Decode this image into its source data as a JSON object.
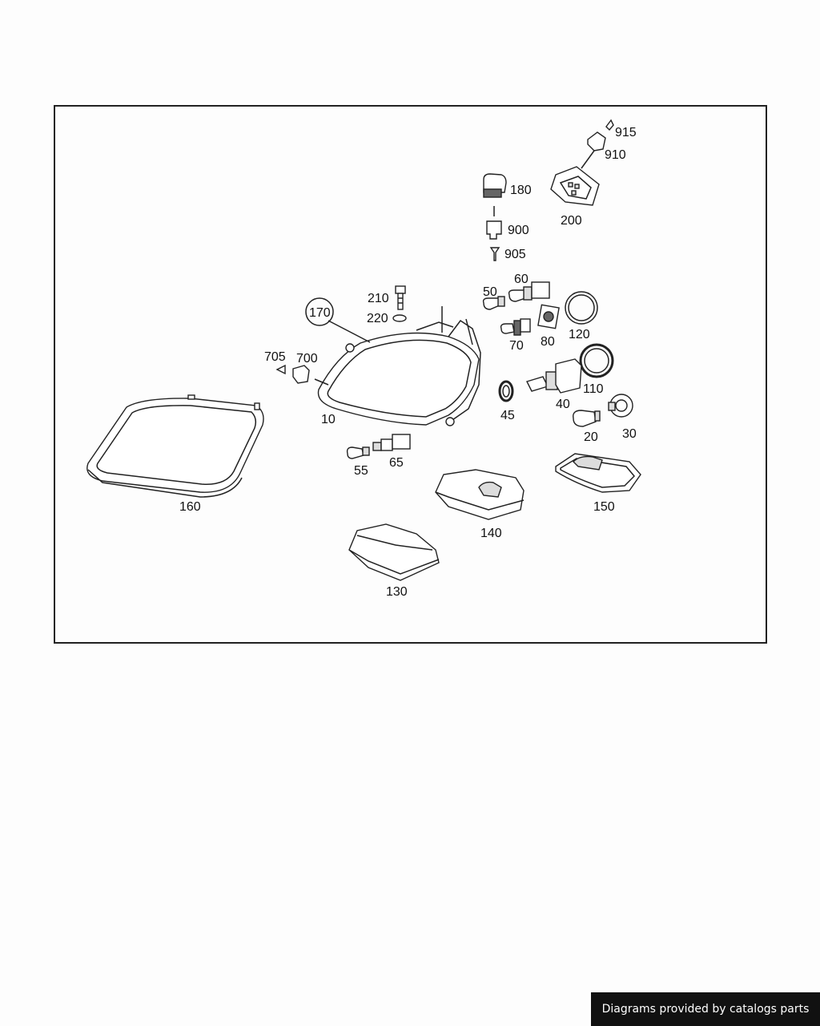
{
  "labels": {
    "l915": "915",
    "l910": "910",
    "l180": "180",
    "l200": "200",
    "l900": "900",
    "l905": "905",
    "l50": "50",
    "l60": "60",
    "l210": "210",
    "l220": "220",
    "l170": "170",
    "l120": "120",
    "l80": "80",
    "l70": "70",
    "l705": "705",
    "l700": "700",
    "l110": "110",
    "l40": "40",
    "l10": "10",
    "l45": "45",
    "l30": "30",
    "l20": "20",
    "l55": "55",
    "l65": "65",
    "l160": "160",
    "l150": "150",
    "l140": "140",
    "l130": "130"
  },
  "footer": {
    "credit": "Diagrams provided by catalogs parts"
  }
}
